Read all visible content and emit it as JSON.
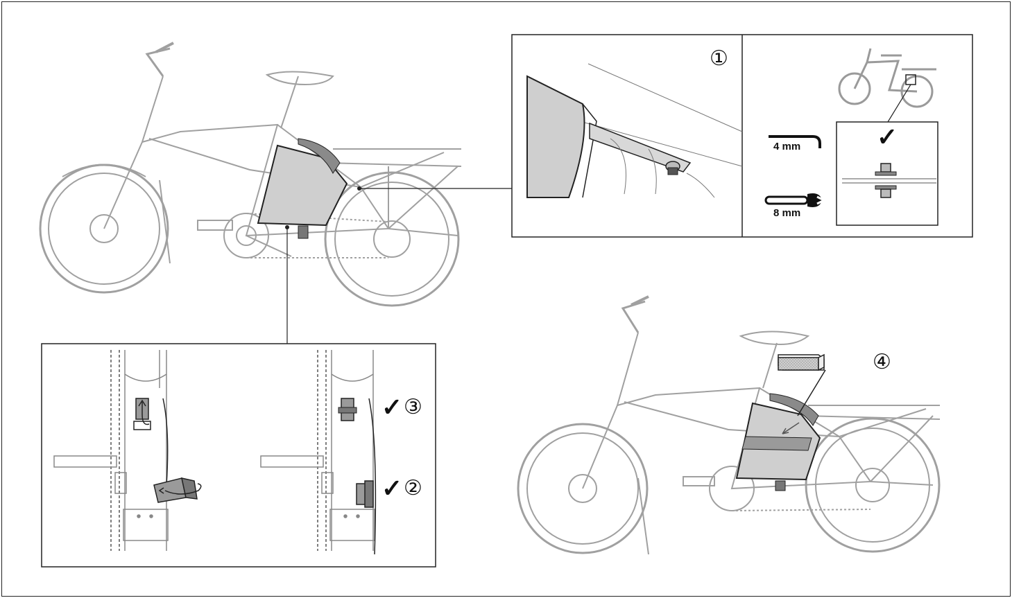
{
  "steps": {
    "step1": "①",
    "step2": "②",
    "step3": "③",
    "step4": "④"
  },
  "checks": {
    "mark": "✓"
  },
  "tools": {
    "hex_key": "4 mm",
    "wrench": "8 mm"
  },
  "icons": {
    "hex_key": "hex-key-icon",
    "wrench": "open-wrench-icon",
    "check": "check-mark-icon"
  },
  "colors": {
    "line": "#222222",
    "bike": "#9a9a9a",
    "bag_fill": "#cfcfcf",
    "strap": "#9a9a9a"
  }
}
